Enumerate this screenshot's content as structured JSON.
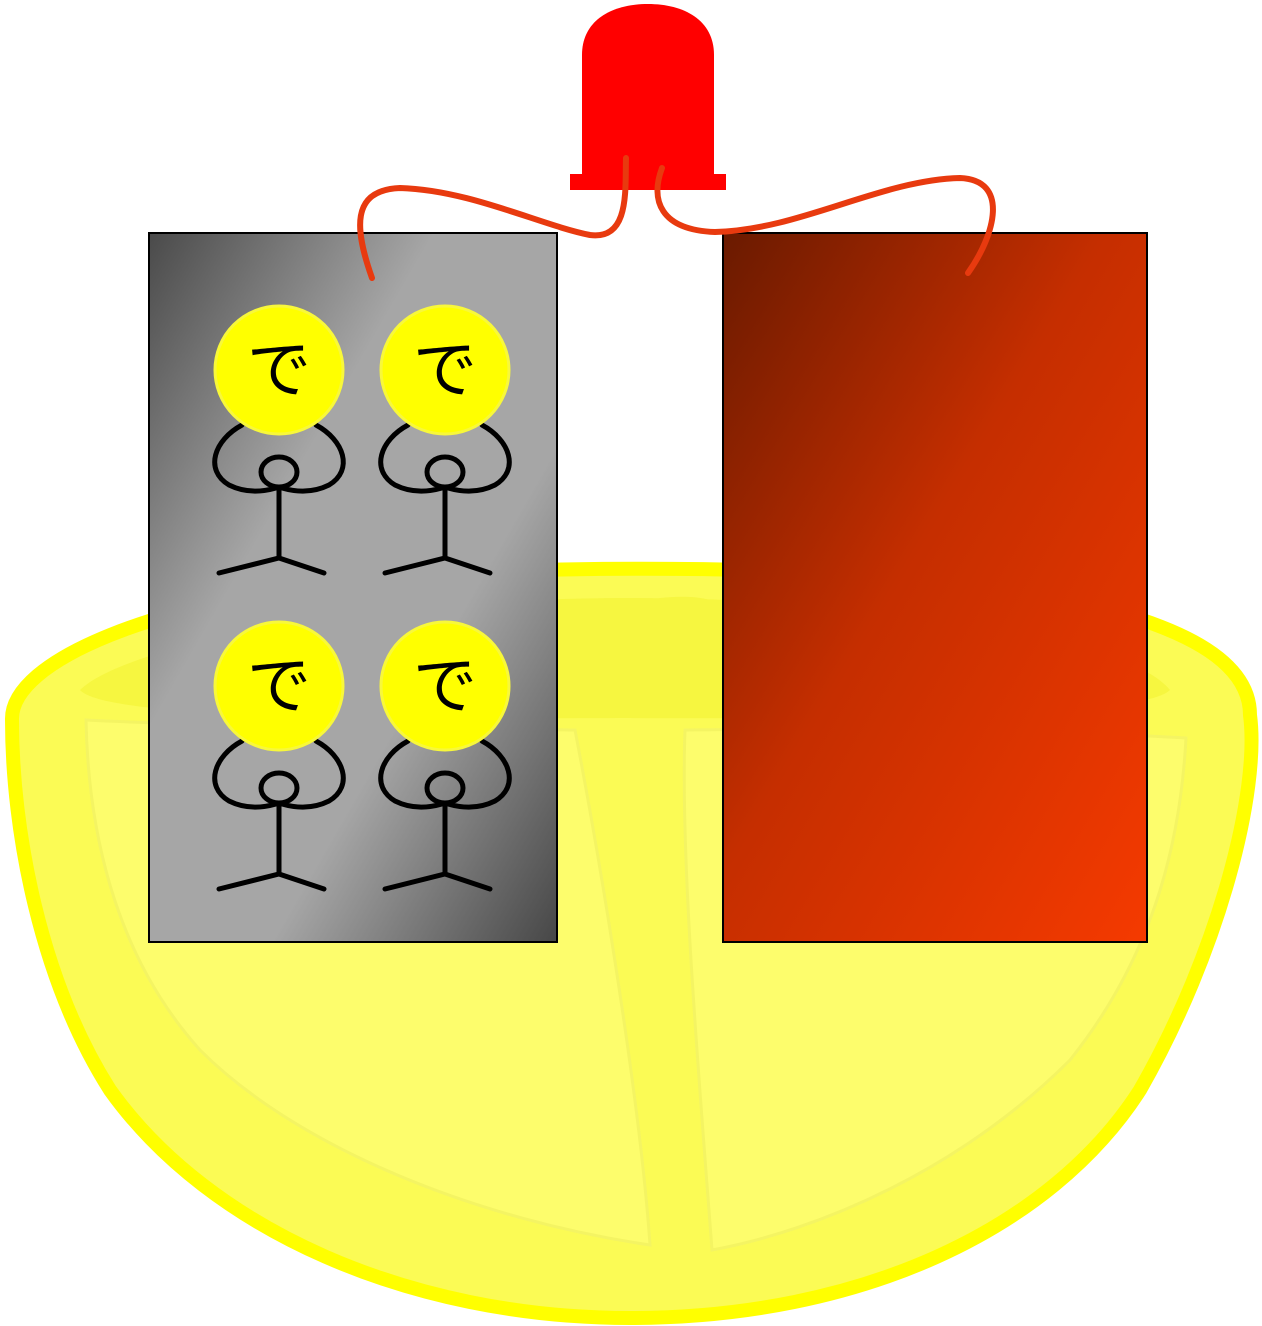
{
  "diagram": {
    "electron_label": "で",
    "electrons": [
      {
        "label": "で"
      },
      {
        "label": "で"
      },
      {
        "label": "で"
      },
      {
        "label": "で"
      }
    ],
    "colors": {
      "lemon_outline": "#ffff00",
      "lemon_flesh": "#fcfc66",
      "zinc_dark": "#4a4a4a",
      "zinc_light": "#a8a8a8",
      "copper_dark": "#6b1a00",
      "copper_light": "#f23a00",
      "led": "#ff0000",
      "wire": "#e83a0f",
      "electron_fill": "#ffff00"
    },
    "icons": {
      "led": "led-icon",
      "electron_person": "stick-figure-icon"
    }
  }
}
